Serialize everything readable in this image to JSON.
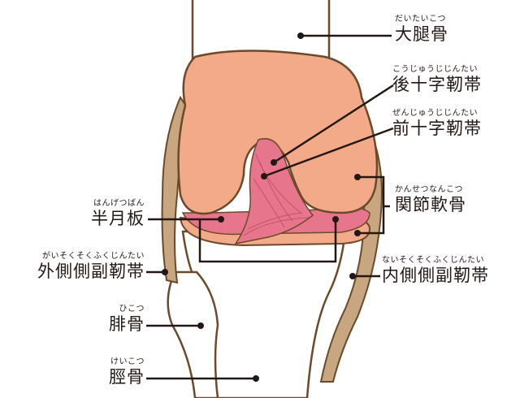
{
  "labels": {
    "femur": {
      "ruby": "だいたいこつ",
      "text": "大腿骨"
    },
    "pcl": {
      "ruby": "こうじゅうじじんたい",
      "text": "後十字靭帯"
    },
    "acl": {
      "ruby": "ぜんじゅうじじんたい",
      "text": "前十字靭帯"
    },
    "cartilage": {
      "ruby": "かんせつなんこつ",
      "text": "関節軟骨"
    },
    "mcl": {
      "ruby": "ないそくそくふくじんたい",
      "text": "内側側副靭帯"
    },
    "meniscus": {
      "ruby": "はんげつばん",
      "text": "半月板"
    },
    "lcl": {
      "ruby": "がいそくそくふくじんたい",
      "text": "外側側副靭帯"
    },
    "fibula": {
      "ruby": "ひこつ",
      "text": "腓骨"
    },
    "tibia": {
      "ruby": "けいこつ",
      "text": "脛骨"
    }
  },
  "colors": {
    "bone": "#F3AA88",
    "outline": "#6B4A2B",
    "ligament_side": "#C8A67F",
    "ligament_cross": "#E7768C",
    "leader": "#231815"
  }
}
